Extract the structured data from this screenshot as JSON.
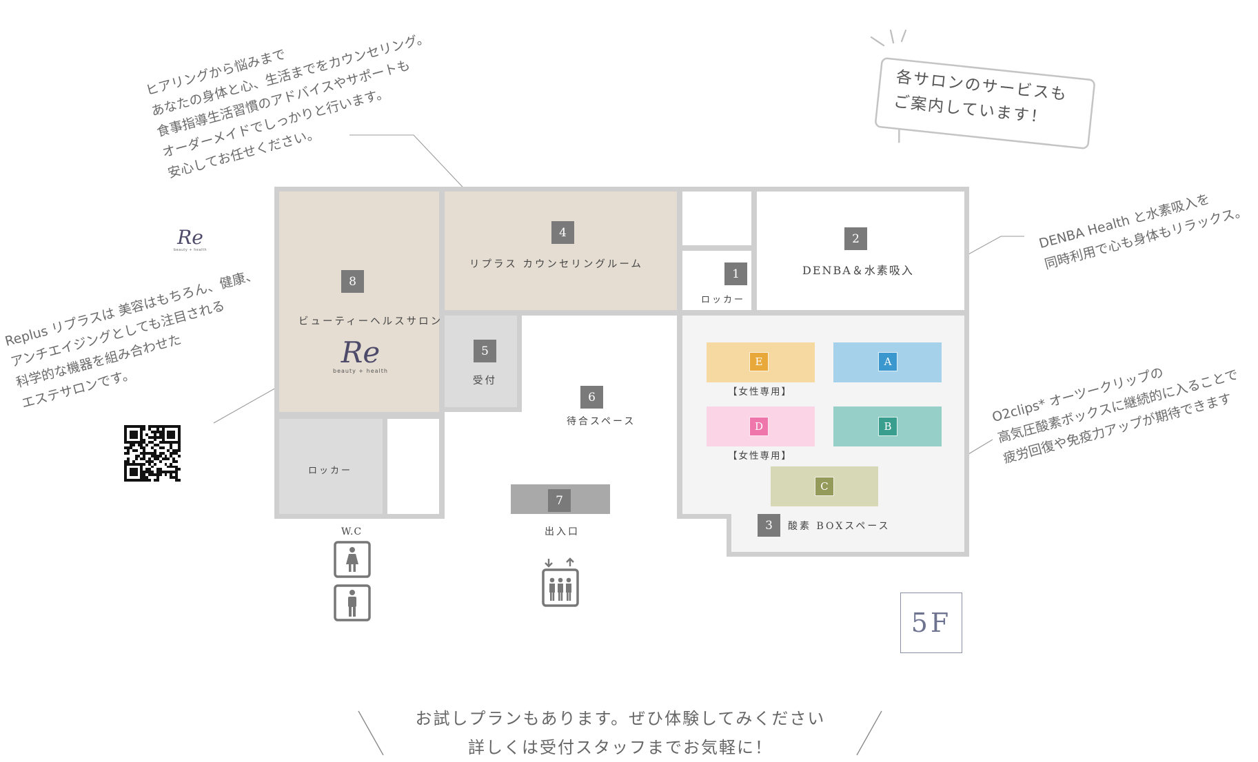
{
  "notes": {
    "counseling": [
      "ヒアリングから悩みまで",
      "あなたの身体と心、生活までをカウンセリング。",
      "食事指導生活習慣のアドバイスやサポートも",
      "オーダーメイドでしっかりと行います。",
      "安心してお任せください。"
    ],
    "replus": [
      "Replus リプラスは 美容はもちろん、健康、",
      "アンチエイジングとしても注目される",
      "科学的な機器を組み合わせた",
      "エステサロンです。"
    ],
    "denba": [
      "DENBA Health と水素吸入を",
      "同時利用で心も身体もリラックス。"
    ],
    "o2clips": [
      "O2clips* オーツークリップの",
      "高気圧酸素ボックスに継続的に入ることで",
      "疲労回復や免疫力アップが期待できます"
    ]
  },
  "speech_bubble": [
    "各サロンのサービスも",
    "ご案内しています！"
  ],
  "logo": {
    "mark": "Re",
    "sub": "beauty + health"
  },
  "rooms": {
    "r1": {
      "num": "1",
      "label": "ロッカー"
    },
    "r2": {
      "num": "2",
      "label": "DENBA＆水素吸入"
    },
    "r3": {
      "num": "3",
      "label": "酸素 BOXスペース"
    },
    "r4": {
      "num": "4",
      "label": "リプラス カウンセリングルーム"
    },
    "r5": {
      "num": "5",
      "label": "受付"
    },
    "r6": {
      "num": "6",
      "label": "待合スペース"
    },
    "r7": {
      "num": "7",
      "label": "出入口"
    },
    "r8": {
      "num": "8",
      "label": "ビューティーヘルスサロン"
    },
    "locker_left": {
      "label": "ロッカー"
    }
  },
  "oxygen_boxes": [
    {
      "id": "E",
      "note": "【女性専用】",
      "color": "#f6d9a0",
      "badge": "#e9a83a"
    },
    {
      "id": "A",
      "note": "",
      "color": "#a6d1ea",
      "badge": "#3a98cf"
    },
    {
      "id": "D",
      "note": "【女性専用】",
      "color": "#fbd4e6",
      "badge": "#ef76aa"
    },
    {
      "id": "B",
      "note": "",
      "color": "#96cfc7",
      "badge": "#3a9e8e"
    },
    {
      "id": "C",
      "note": "",
      "color": "#d6d8b6",
      "badge": "#949a5a"
    }
  ],
  "wc_label": "W.C",
  "floor": "5F",
  "footer": [
    "お試しプランもあります。ぜひ体験してみください",
    "詳しくは受付スタッフまでお気軽に！"
  ],
  "icons": [
    "toilet-female-icon",
    "toilet-male-icon",
    "elevator-icon",
    "qr-code"
  ],
  "colors": {
    "wall": "#cfcfcf",
    "room_beige": "#e5ddd2",
    "room_gray": "#dcdcdc",
    "oxygen_area": "#f3f4f3",
    "number_badge": "#7a7a7a",
    "entrance": "#a9a9a9"
  }
}
